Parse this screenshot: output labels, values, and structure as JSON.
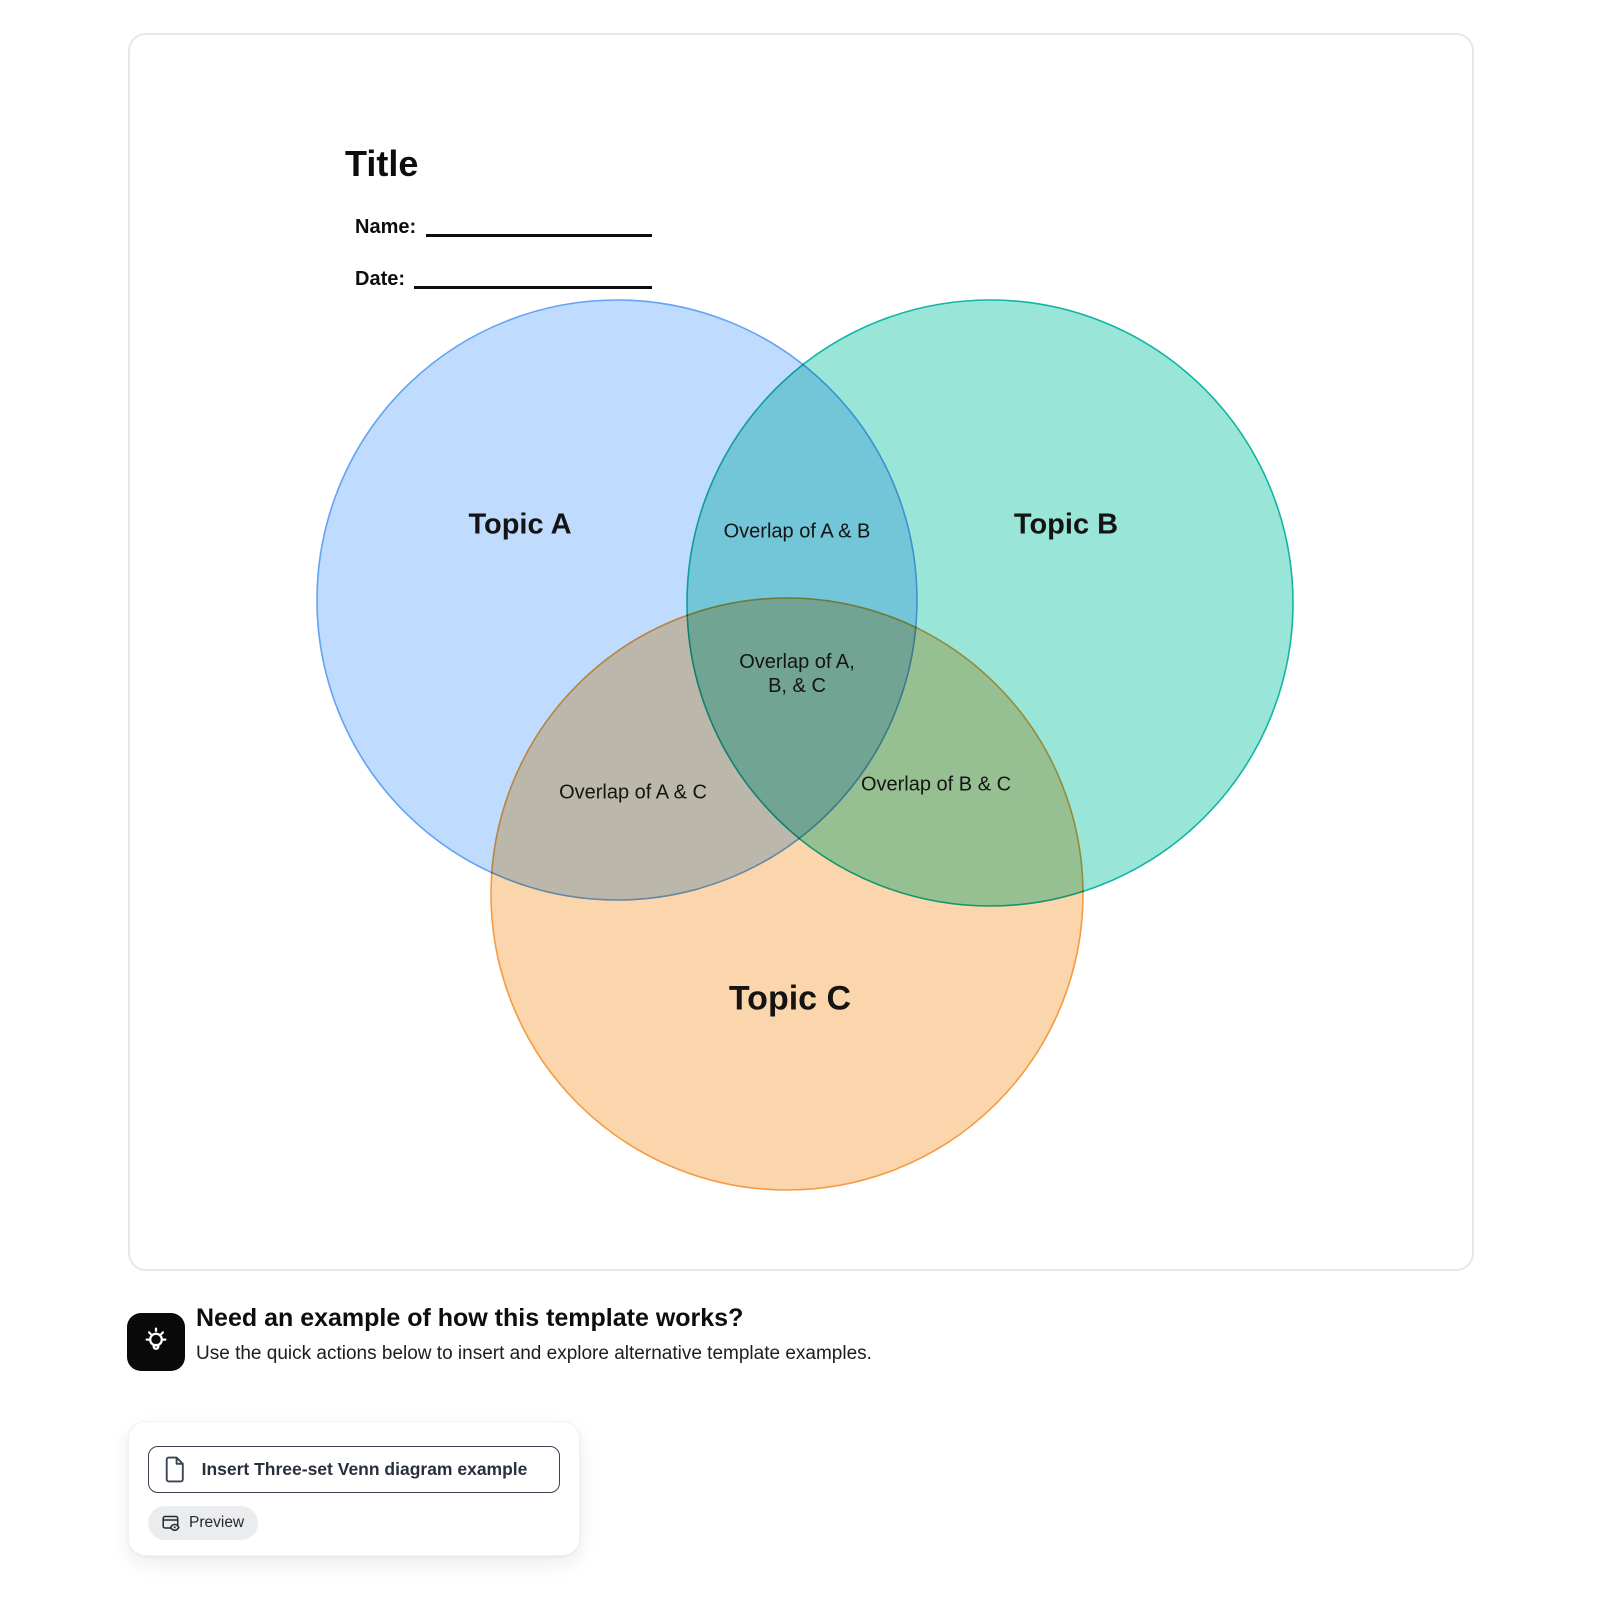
{
  "card": {
    "title": "Title",
    "name_label": "Name:",
    "date_label": "Date:"
  },
  "venn": {
    "sets": [
      {
        "label": "Topic A",
        "fill": "#BFDBFE",
        "stroke": "#64A2F4"
      },
      {
        "label": "Topic B",
        "fill": "#99E6D9",
        "stroke": "#12B5A3"
      },
      {
        "label": "Topic C",
        "fill": "#FBD5AC",
        "stroke": "#F59B40"
      }
    ],
    "overlaps": {
      "ab": "Overlap of A & B",
      "abc_line1": "Overlap of A,",
      "abc_line2": "B, & C",
      "ac": "Overlap of A & C",
      "bc": "Overlap of B & C"
    }
  },
  "tip": {
    "icon": "lightbulb-icon",
    "heading": "Need an example of how this template works?",
    "subtext": "Use the quick actions below to insert and explore alternative template examples."
  },
  "actions": {
    "insert_button_label": "Insert Three-set Venn diagram example",
    "insert_button_icon": "document-icon",
    "preview_label": "Preview",
    "preview_icon": "preview-icon"
  }
}
